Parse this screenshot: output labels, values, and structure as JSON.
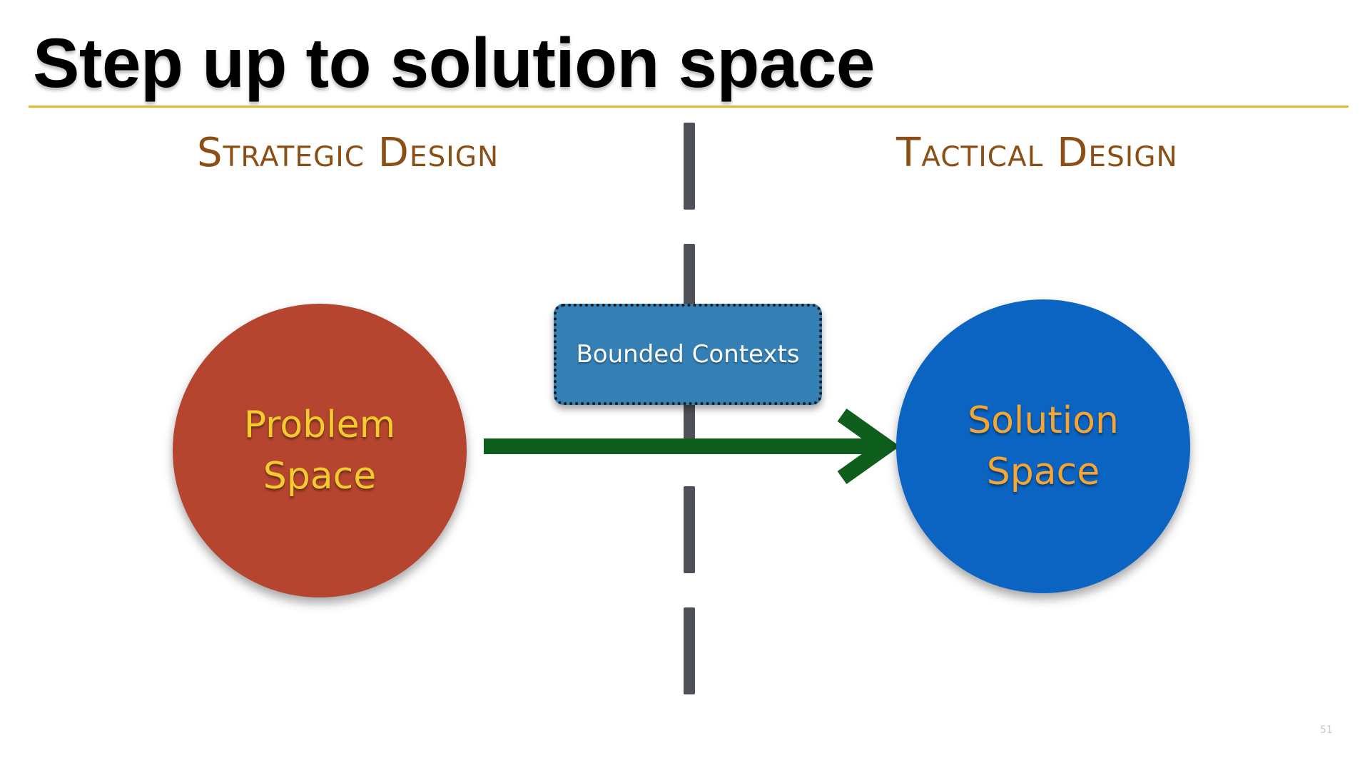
{
  "slide": {
    "title": "Step up to solution space",
    "page_number": "51"
  },
  "headings": {
    "left": "Strategic Design",
    "right": "Tactical Design"
  },
  "diagram": {
    "problem_circle": {
      "label": "Problem Space",
      "fill": "#B5452F",
      "text_color": "#F2CC2E"
    },
    "solution_circle": {
      "label": "Solution Space",
      "fill": "#0B64C1",
      "text_color": "#F4A533"
    },
    "bridge_box": {
      "label": "Bounded Contexts",
      "fill": "#3480B5"
    },
    "arrow_color": "#0F5F1C",
    "divider_color": "#4F5159"
  },
  "colors": {
    "rule": "#E4B828",
    "heading": "#8B4E14"
  }
}
